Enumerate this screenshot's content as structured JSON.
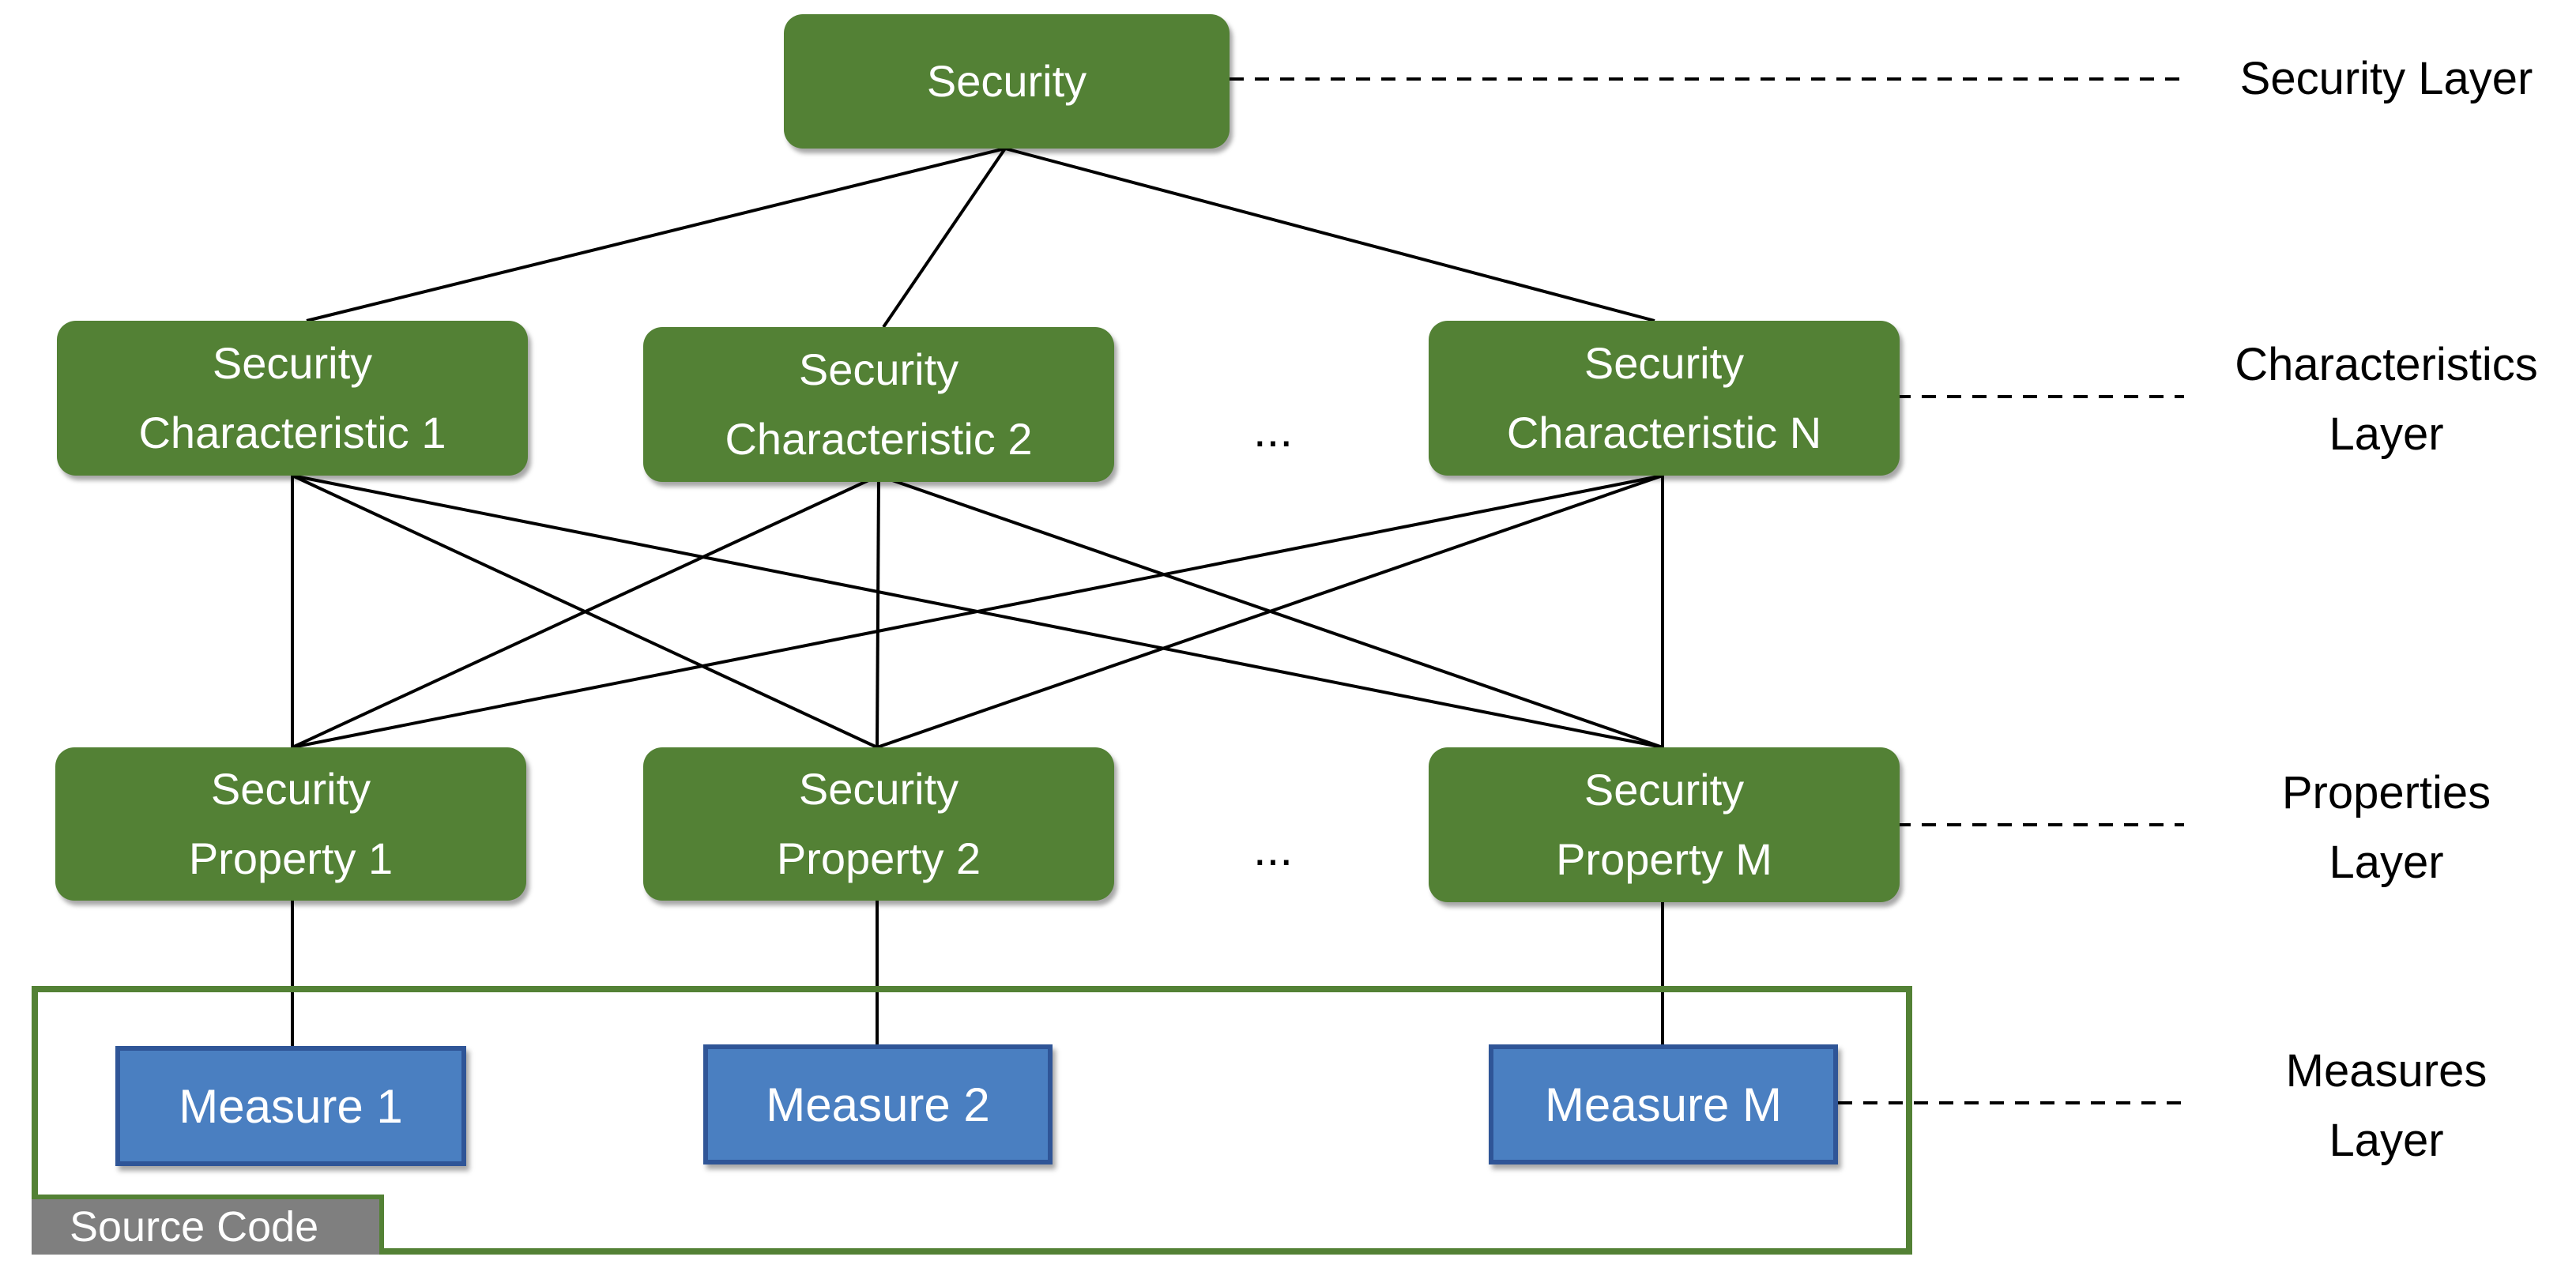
{
  "nodes": {
    "security": "Security",
    "char1": [
      "Security",
      "Characteristic 1"
    ],
    "char2": [
      "Security",
      "Characteristic 2"
    ],
    "charN": [
      "Security",
      "Characteristic N"
    ],
    "prop1": [
      "Security",
      "Property 1"
    ],
    "prop2": [
      "Security",
      "Property 2"
    ],
    "propM": [
      "Security",
      "Property M"
    ],
    "measure1": "Measure 1",
    "measure2": "Measure 2",
    "measureM": "Measure M"
  },
  "ellipsis": "...",
  "layers": {
    "security": "Security Layer",
    "characteristics": [
      "Characteristics",
      "Layer"
    ],
    "properties": [
      "Properties",
      "Layer"
    ],
    "measures": [
      "Measures",
      "Layer"
    ]
  },
  "source_code": "Source Code",
  "colors": {
    "node_green": "#538135",
    "measure_blue": "#4a7fc1",
    "measure_border": "#2f5597",
    "source_tag_gray": "#7f7f7f"
  }
}
